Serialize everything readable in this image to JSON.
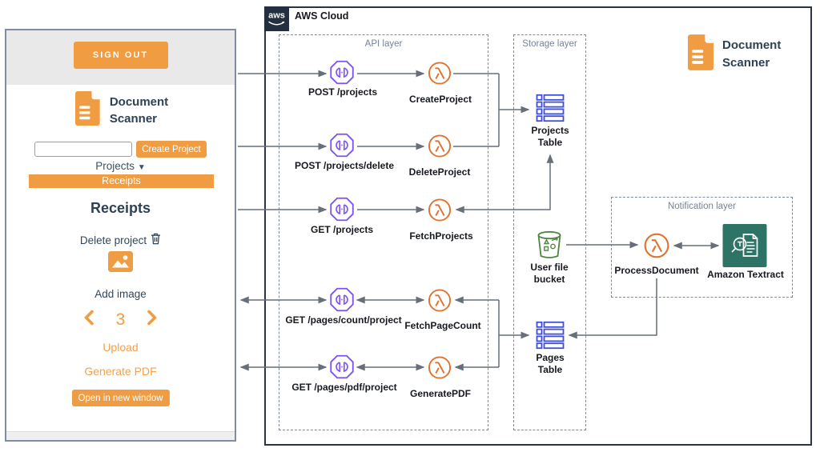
{
  "colors": {
    "accent_orange": "#f09c42",
    "navy_text": "#2f4154",
    "apigw_purple": "#7c52f5",
    "lambda_orange": "#de7430",
    "dynamodb_blue": "#3e4edb",
    "s3_green": "#4e8540",
    "textract_teal": "#2e7466",
    "aws_dark": "#232f3e",
    "line_gray": "#676f7a"
  },
  "app_panel": {
    "sign_out": "SIGN OUT",
    "brand_line1": "Document",
    "brand_line2": "Scanner",
    "create_input_value": "",
    "create_button": "Create Project",
    "projects_dropdown": "Projects",
    "caret_icon": "▼",
    "selected_project": "Receipts",
    "project_title": "Receipts",
    "delete_label": "Delete project",
    "add_image": "Add image",
    "page_number": "3",
    "upload": "Upload",
    "generate_pdf": "Generate PDF",
    "open_new_window": "Open in new window"
  },
  "aws": {
    "logo_text": "aws",
    "cloud_label": "AWS Cloud",
    "brand_line1": "Document",
    "brand_line2": "Scanner",
    "layers": {
      "api": "API layer",
      "storage": "Storage layer",
      "notification": "Notification layer"
    },
    "api_rows": [
      {
        "gateway": "POST /projects",
        "lambda": "CreateProject"
      },
      {
        "gateway": "POST /projects/delete",
        "lambda": "DeleteProject"
      },
      {
        "gateway": "GET /projects",
        "lambda": "FetchProjects"
      },
      {
        "gateway": "GET /pages/count/project",
        "lambda": "FetchPageCount"
      },
      {
        "gateway": "GET /pages/pdf/project",
        "lambda": "GeneratePDF"
      }
    ],
    "storage": {
      "projects_table_line1": "Projects",
      "projects_table_line2": "Table",
      "bucket_line1": "User file",
      "bucket_line2": "bucket",
      "pages_table_line1": "Pages",
      "pages_table_line2": "Table"
    },
    "notification": {
      "process_document": "ProcessDocument",
      "textract": "Amazon Textract"
    }
  }
}
